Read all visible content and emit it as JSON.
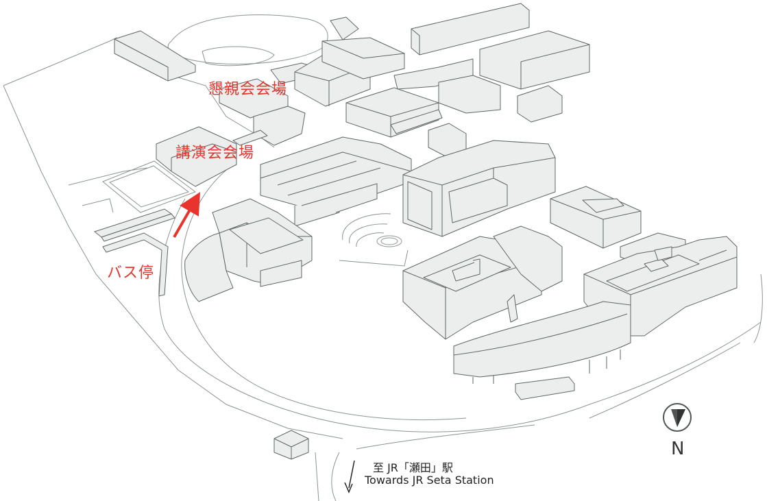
{
  "labels": {
    "party_venue": "懇親会会場",
    "lecture_venue": "講演会会場",
    "bus_stop": "バス停"
  },
  "direction": {
    "japanese": "至 JR「瀬田」駅",
    "english": "Towards JR Seta Station"
  },
  "compass": {
    "north_letter": "N"
  },
  "colors": {
    "building_fill": "#eceeed",
    "building_stroke": "#5d6663",
    "outline": "#8a9390",
    "highlight": "#e8342c",
    "compass": "#4f5553"
  }
}
